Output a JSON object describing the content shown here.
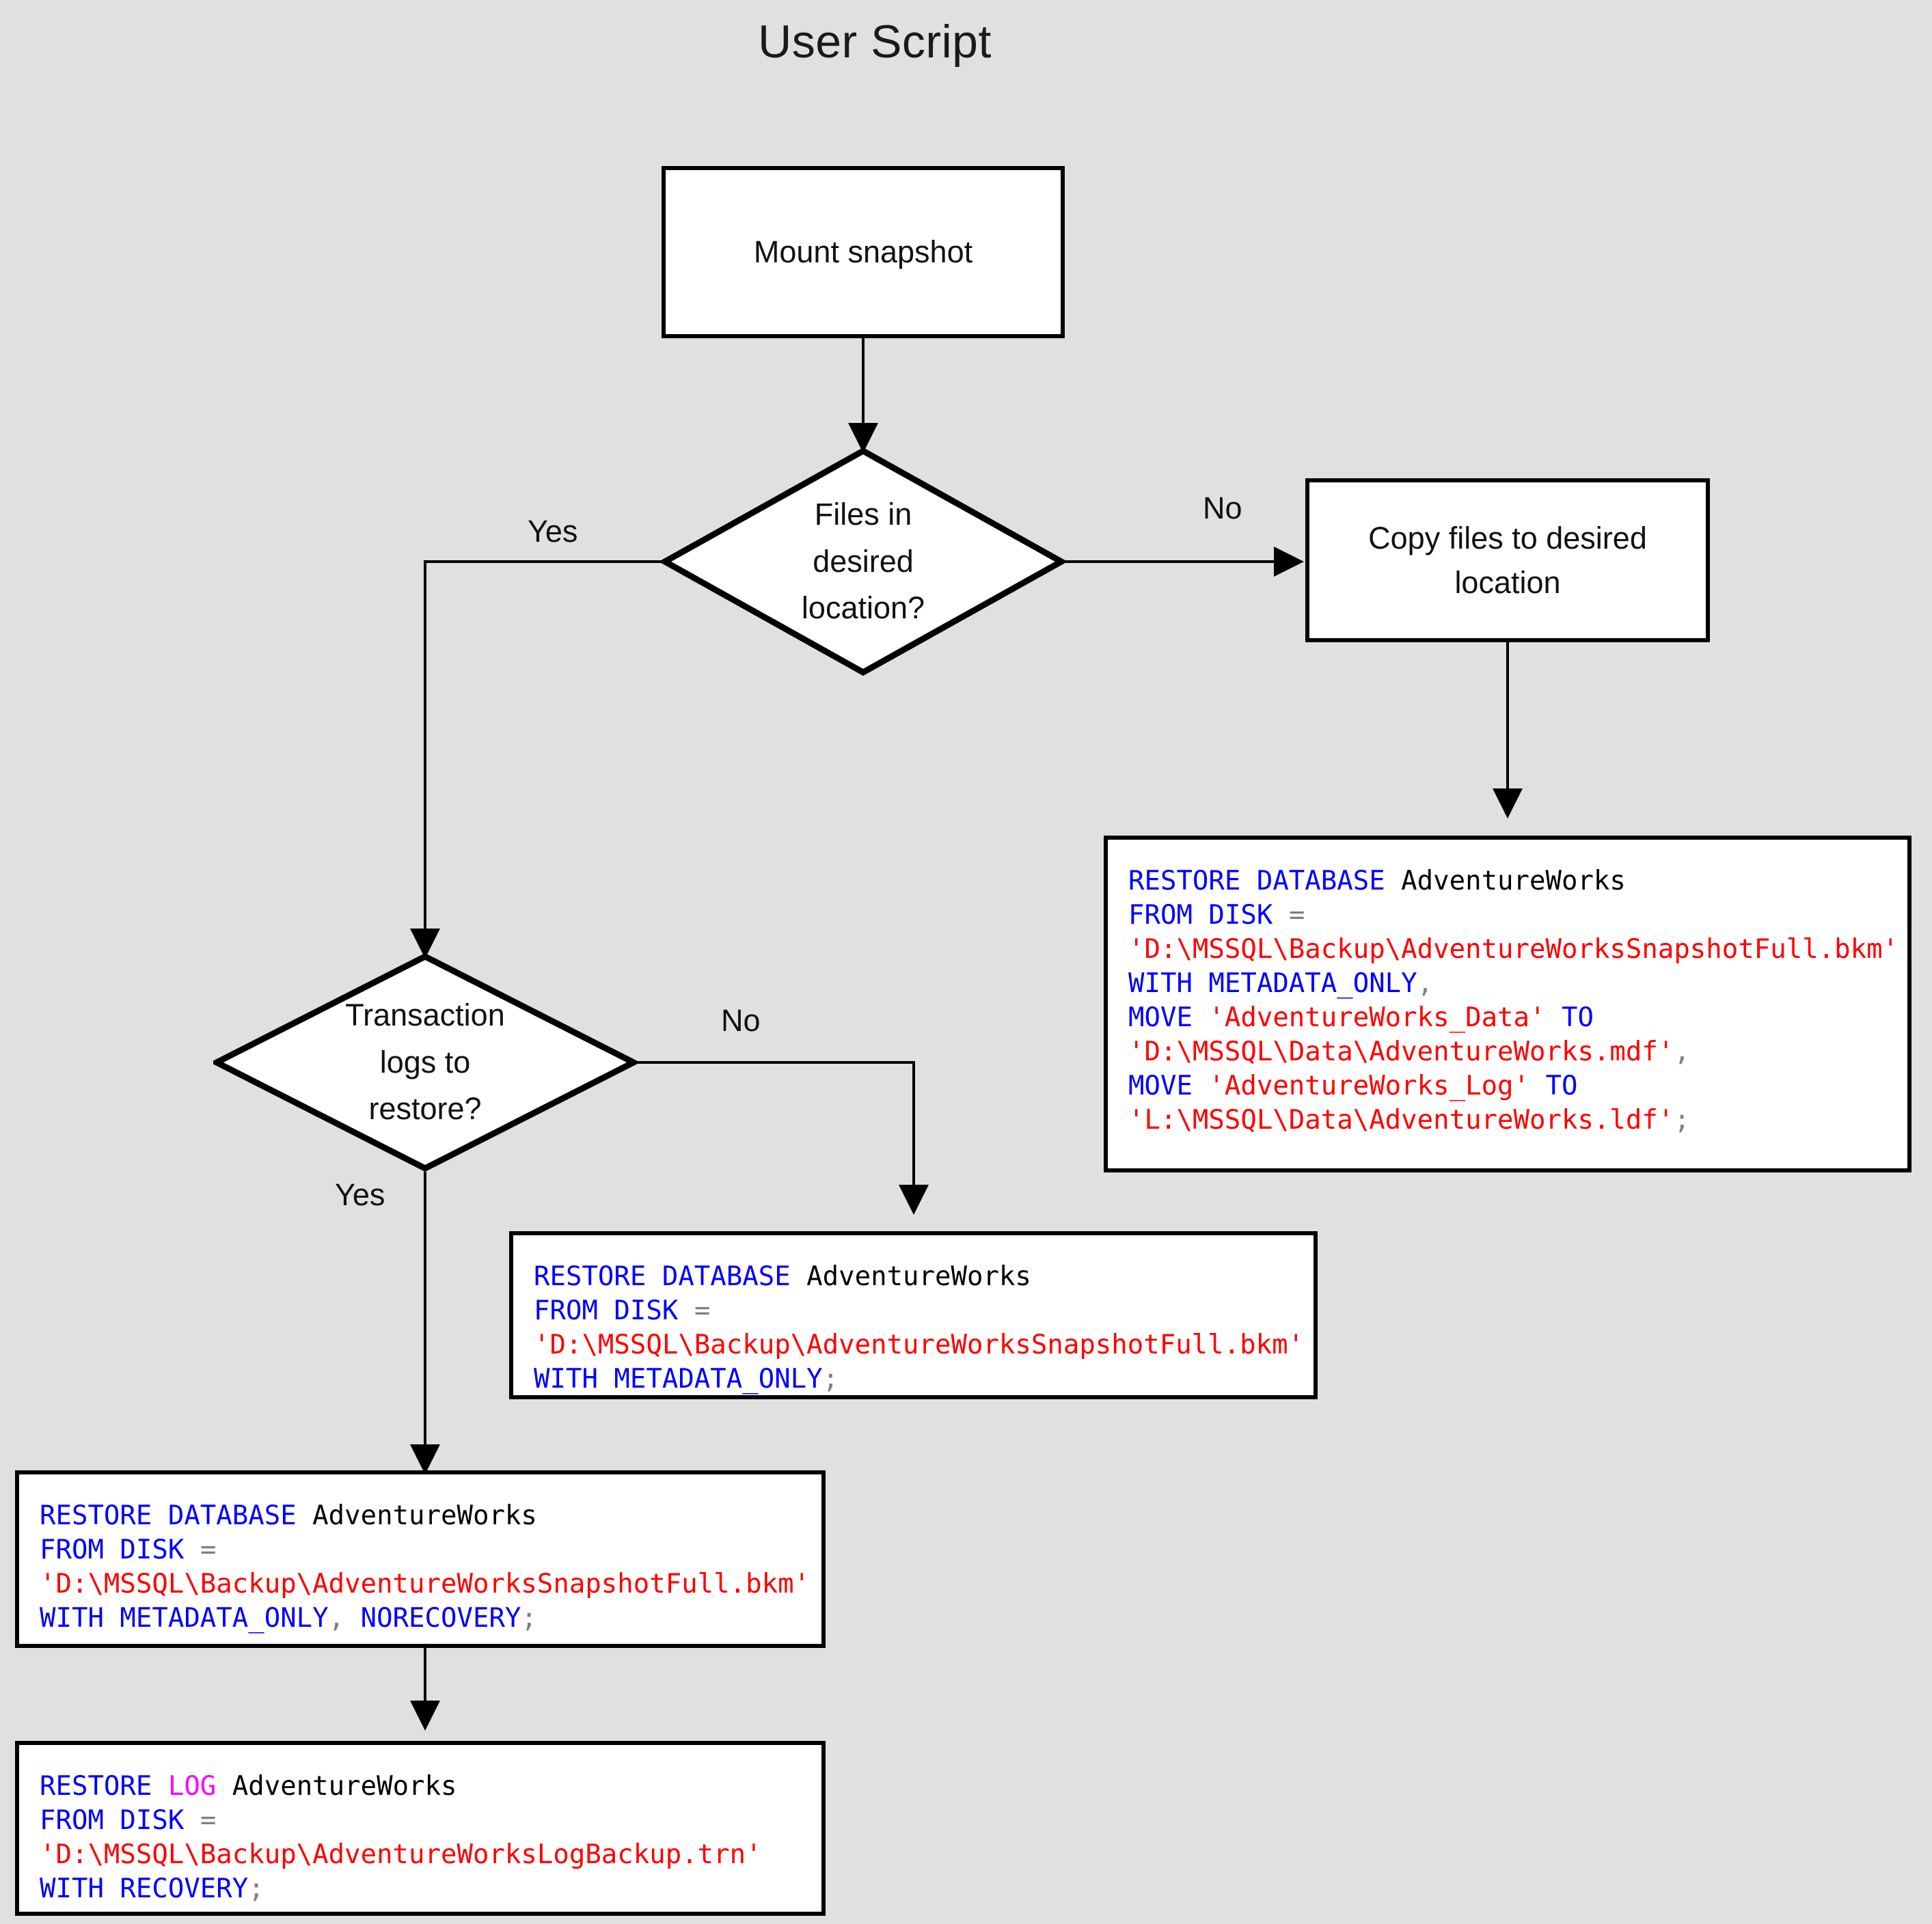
{
  "title": "User Script",
  "background_color": "#e0e0e0",
  "colors": {
    "keyword": "#0000ff",
    "string": "#ff0000",
    "identifier": "#000000",
    "punctuation": "#808080",
    "log_keyword": "#ff00ff",
    "shape_border": "#000000",
    "shape_fill": "#ffffff"
  },
  "nodes": {
    "mount_snapshot": {
      "label": "Mount snapshot"
    },
    "files_in_desired_location": {
      "label": "Files in\ndesired\nlocation?"
    },
    "copy_files": {
      "label": "Copy files to desired\nlocation"
    },
    "transaction_logs": {
      "label": "Transaction\nlogs to\nrestore?"
    }
  },
  "edge_labels": {
    "files_yes": "Yes",
    "files_no": "No",
    "logs_no": "No",
    "logs_yes": "Yes"
  },
  "code_blocks": {
    "restore_with_move": {
      "lines": [
        [
          {
            "t": "RESTORE DATABASE ",
            "c": "kw"
          },
          {
            "t": "AdventureWorks",
            "c": "id"
          }
        ],
        [
          {
            "t": "FROM DISK ",
            "c": "kw"
          },
          {
            "t": "=",
            "c": "pun"
          }
        ],
        [
          {
            "t": "'D:\\MSSQL\\Backup\\AdventureWorksSnapshotFull.bkm'",
            "c": "str"
          }
        ],
        [
          {
            "t": "WITH METADATA_ONLY",
            "c": "kw"
          },
          {
            "t": ",",
            "c": "pun"
          }
        ],
        [
          {
            "t": "MOVE ",
            "c": "kw"
          },
          {
            "t": "'AdventureWorks_Data'",
            "c": "str"
          },
          {
            "t": " TO",
            "c": "kw"
          }
        ],
        [
          {
            "t": "'D:\\MSSQL\\Data\\AdventureWorks.mdf'",
            "c": "str"
          },
          {
            "t": ",",
            "c": "pun"
          }
        ],
        [
          {
            "t": "MOVE ",
            "c": "kw"
          },
          {
            "t": "'AdventureWorks_Log'",
            "c": "str"
          },
          {
            "t": " TO",
            "c": "kw"
          }
        ],
        [
          {
            "t": "'L:\\MSSQL\\Data\\AdventureWorks.ldf'",
            "c": "str"
          },
          {
            "t": ";",
            "c": "pun"
          }
        ]
      ]
    },
    "restore_metadata_only": {
      "lines": [
        [
          {
            "t": "RESTORE DATABASE ",
            "c": "kw"
          },
          {
            "t": "AdventureWorks",
            "c": "id"
          }
        ],
        [
          {
            "t": "FROM DISK ",
            "c": "kw"
          },
          {
            "t": "=",
            "c": "pun"
          }
        ],
        [
          {
            "t": "'D:\\MSSQL\\Backup\\AdventureWorksSnapshotFull.bkm'",
            "c": "str"
          }
        ],
        [
          {
            "t": "WITH METADATA_ONLY",
            "c": "kw"
          },
          {
            "t": ";",
            "c": "pun"
          }
        ]
      ]
    },
    "restore_norecovery": {
      "lines": [
        [
          {
            "t": "RESTORE DATABASE ",
            "c": "kw"
          },
          {
            "t": "AdventureWorks",
            "c": "id"
          }
        ],
        [
          {
            "t": "FROM DISK ",
            "c": "kw"
          },
          {
            "t": "=",
            "c": "pun"
          }
        ],
        [
          {
            "t": "'D:\\MSSQL\\Backup\\AdventureWorksSnapshotFull.bkm'",
            "c": "str"
          }
        ],
        [
          {
            "t": "WITH METADATA_ONLY",
            "c": "kw"
          },
          {
            "t": ", ",
            "c": "pun"
          },
          {
            "t": "NORECOVERY",
            "c": "kw"
          },
          {
            "t": ";",
            "c": "pun"
          }
        ]
      ]
    },
    "restore_log": {
      "lines": [
        [
          {
            "t": "RESTORE ",
            "c": "kw"
          },
          {
            "t": "LOG",
            "c": "log"
          },
          {
            "t": " AdventureWorks",
            "c": "id"
          }
        ],
        [
          {
            "t": "FROM DISK ",
            "c": "kw"
          },
          {
            "t": "=",
            "c": "pun"
          }
        ],
        [
          {
            "t": "'D:\\MSSQL\\Backup\\AdventureWorksLogBackup.trn'",
            "c": "str"
          }
        ],
        [
          {
            "t": "WITH RECOVERY",
            "c": "kw"
          },
          {
            "t": ";",
            "c": "pun"
          }
        ]
      ]
    }
  }
}
